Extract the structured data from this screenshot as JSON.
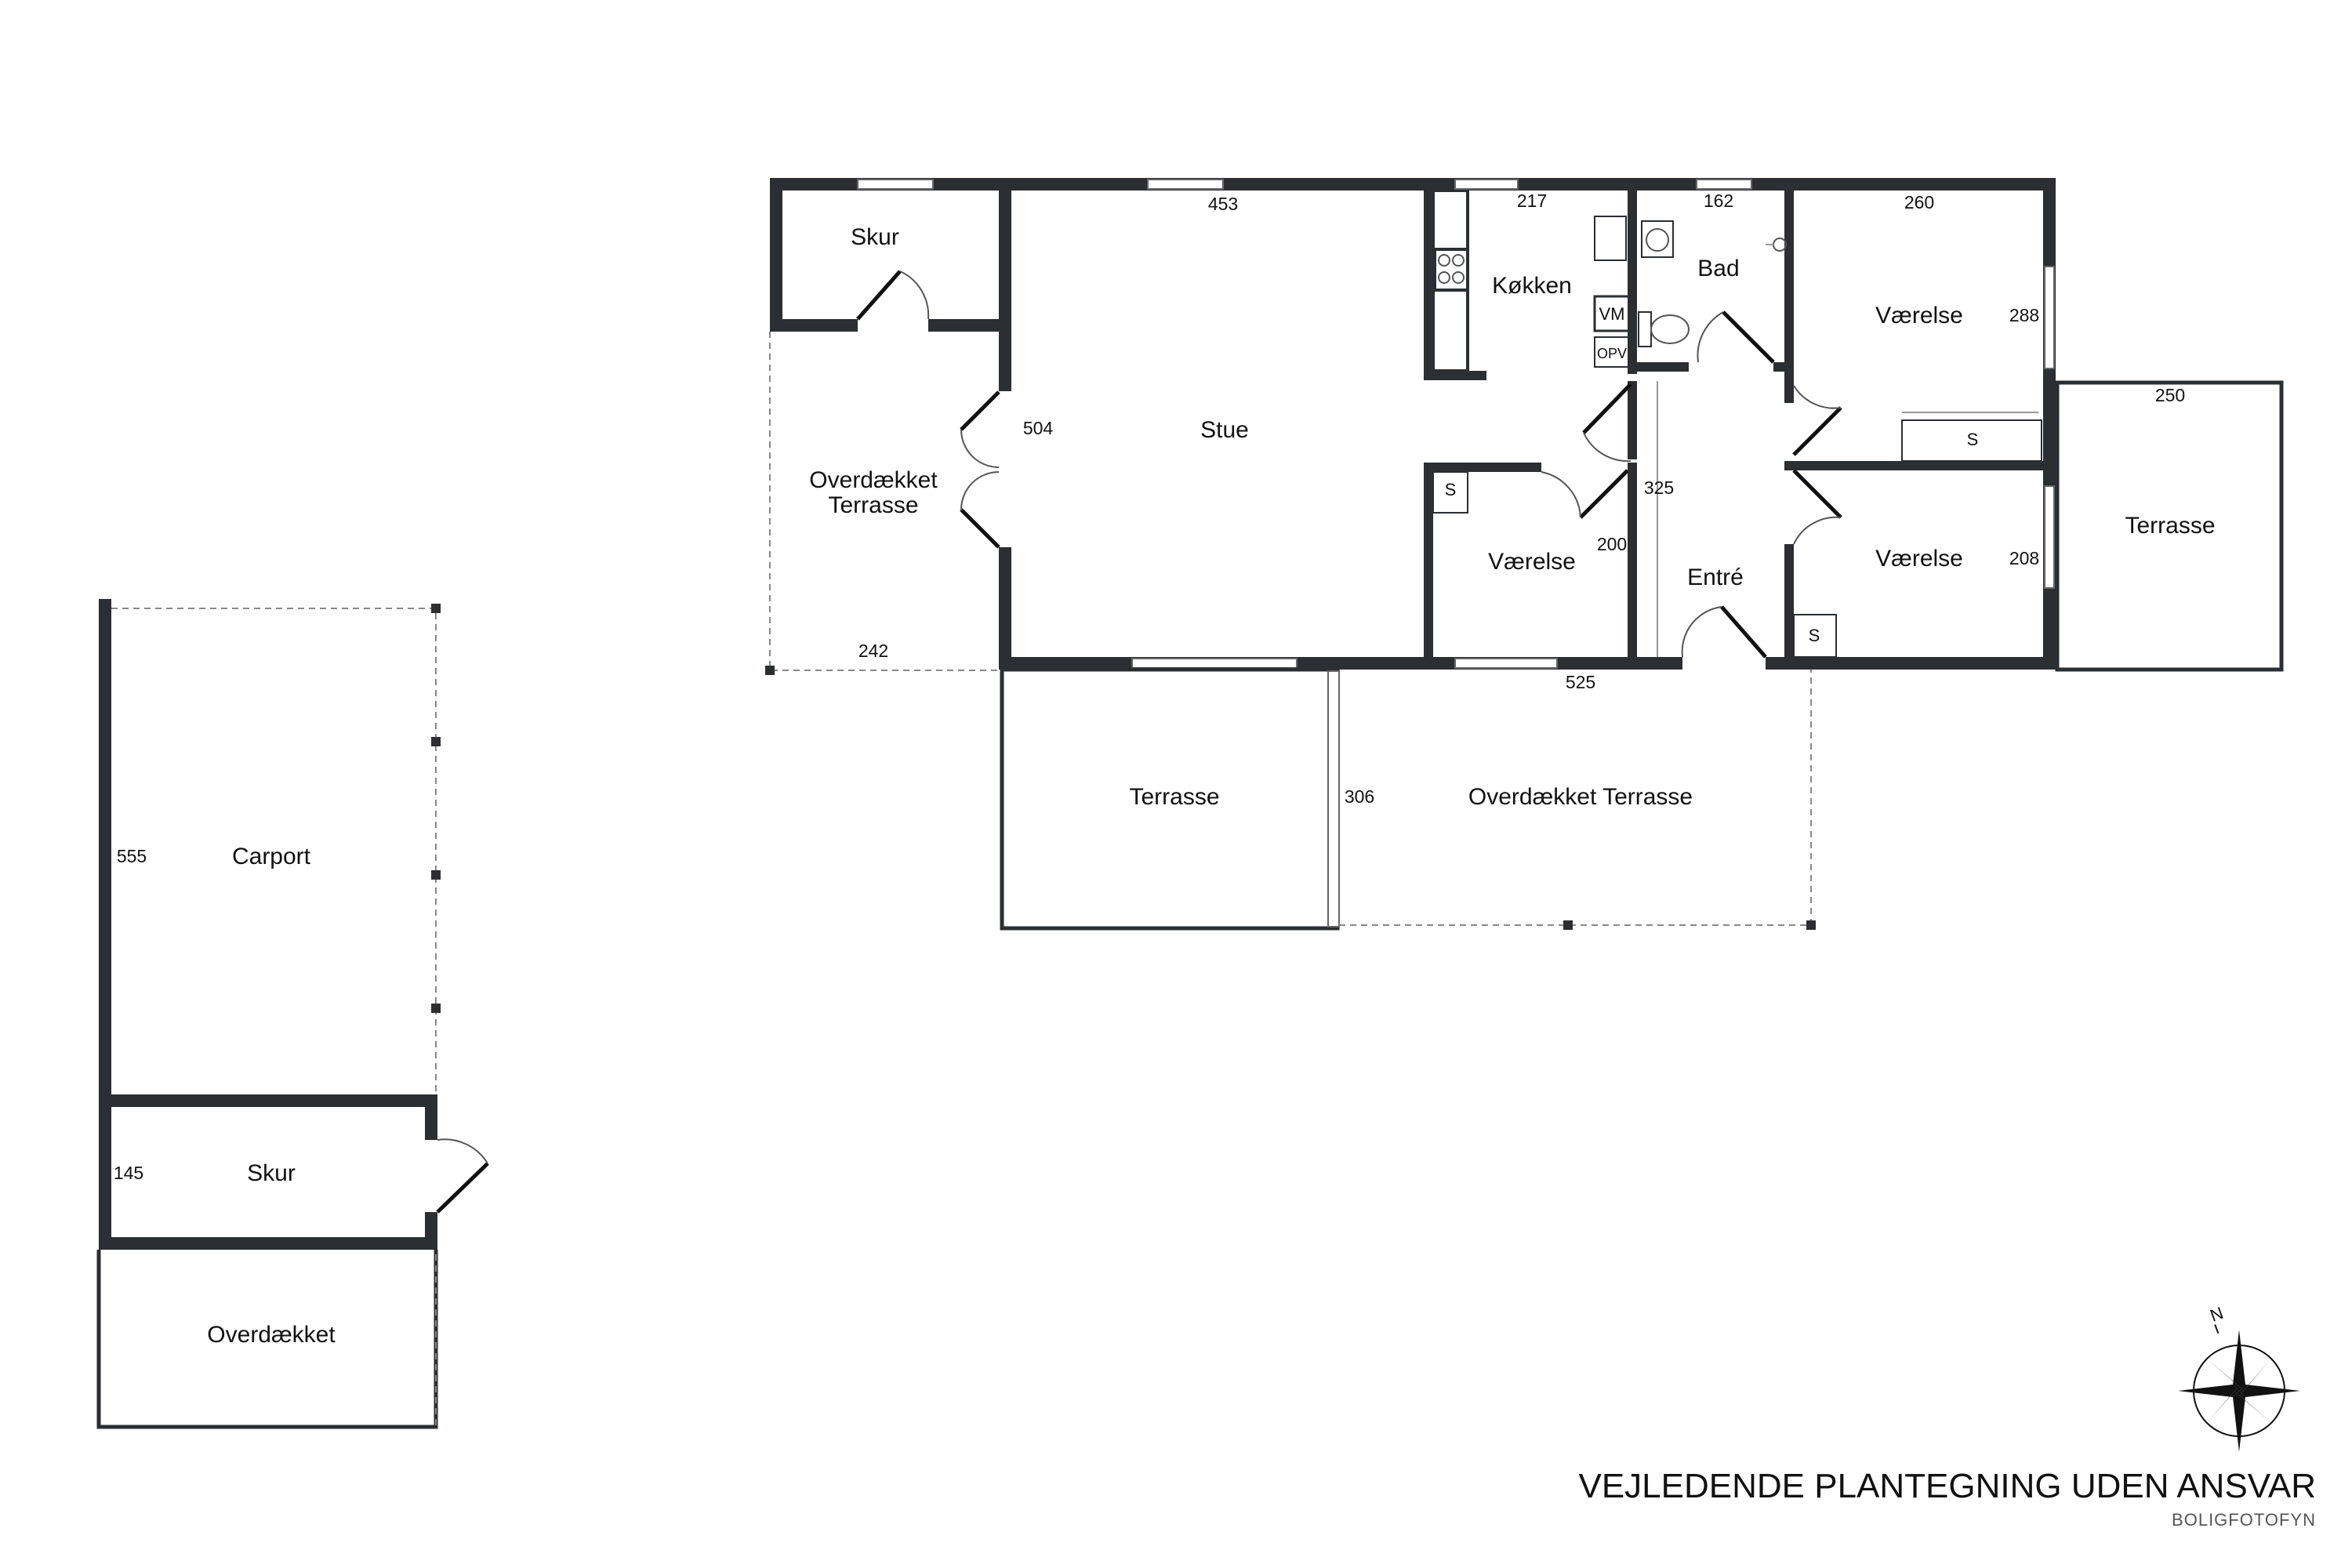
{
  "rooms": {
    "skur_top": "Skur",
    "stue": "Stue",
    "koekken": "Køkken",
    "bad": "Bad",
    "vaerelse_top_right": "Værelse",
    "overdaekket_terrasse_left_1": "Overdækket",
    "overdaekket_terrasse_left_2": "Terrasse",
    "vaerelse_mid": "Værelse",
    "entre": "Entré",
    "vaerelse_bottom_right": "Værelse",
    "terrasse_right": "Terrasse",
    "terrasse_bottom": "Terrasse",
    "overdaekket_terrasse_bottom": "Overdækket Terrasse",
    "carport": "Carport",
    "skur_bottom": "Skur",
    "overdaekket": "Overdækket"
  },
  "dimensions": {
    "stue_width": "453",
    "koekken_width": "217",
    "bad_width": "162",
    "vaerelse_top_width": "260",
    "stue_height": "504",
    "vaerelse_top_height": "288",
    "terrasse_right_width": "250",
    "entre_height": "325",
    "vaerelse_mid_height": "200",
    "vaerelse_bottom_height": "208",
    "overdaekket_left_width": "242",
    "overdaekket_bottom_width": "525",
    "terrasse_bottom_height": "306",
    "carport_height": "555",
    "skur_bottom_height": "145"
  },
  "fixtures": {
    "washing_machine": "VM",
    "storage_heater": "OPV",
    "closet_1": "S",
    "closet_2": "S",
    "closet_3": "S"
  },
  "footer": {
    "disclaimer": "VEJLEDENDE PLANTEGNING UDEN ANSVAR",
    "brand": "BOLIGFOTOFYN"
  },
  "compass": {
    "north_label": "N"
  }
}
